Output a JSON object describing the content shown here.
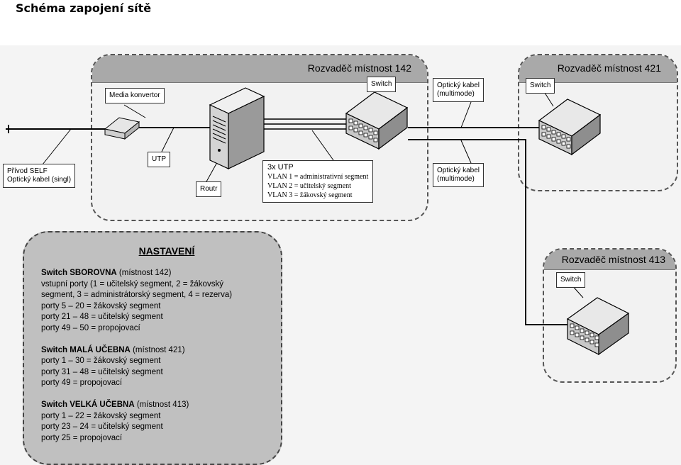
{
  "title": "Schéma zapojení sítě",
  "racks": {
    "r142": "Rozvaděč místnost 142",
    "r421": "Rozvaděč místnost 421",
    "r413": "Rozvaděč místnost 413"
  },
  "labels": {
    "media_converter": "Media konvertor",
    "switch_142": "Switch",
    "switch_421": "Switch",
    "switch_413": "Switch",
    "optical_1_line1": "Optický kabel",
    "optical_1_line2": "(multimode)",
    "optical_2_line1": "Optický kabel",
    "optical_2_line2": "(multimode)",
    "utp": "UTP",
    "router": "Routr",
    "self_line1": "Přívod SELF",
    "self_line2": "Optický kabel (singl)",
    "utp3x": "3x UTP",
    "vlan1": "VLAN 1 = administrativní segment",
    "vlan2": "VLAN 2 = učitelský segment",
    "vlan3": "VLAN 3 = žákovský segment"
  },
  "settings": {
    "title": "NASTAVENÍ",
    "groups": [
      {
        "name": "Switch SBOROVNA",
        "suffix": " (místnost 142)",
        "lines": [
          "vstupní porty (1 = učitelský segment, 2 = žákovský",
          "segment, 3 = administrátorský segment, 4 = rezerva)",
          "porty 5 – 20 = žákovský segment",
          "porty 21 – 48 = učitelský segment",
          "porty 49 – 50 = propojovací"
        ]
      },
      {
        "name": "Switch MALÁ UČEBNA",
        "suffix": " (místnost 421)",
        "lines": [
          "porty 1 – 30 = žákovský segment",
          "porty 31 – 48 = učitelský segment",
          "porty 49 = propojovací"
        ]
      },
      {
        "name": "Switch VELKÁ UČEBNA",
        "suffix": " (místnost 413)",
        "lines": [
          "porty 1 – 22 = žákovský segment",
          "porty 23 – 24 = učitelský segment",
          "porty 25 = propojovací"
        ]
      }
    ]
  }
}
